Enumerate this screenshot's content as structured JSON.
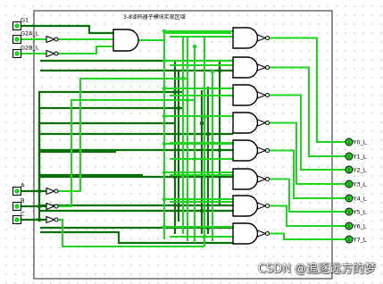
{
  "region": {
    "title": "3-8译码器子模块实现区域"
  },
  "inputs": [
    {
      "label": "G1",
      "inverted": false
    },
    {
      "label": "G2A_L",
      "inverted": true
    },
    {
      "label": "G2B_L",
      "inverted": true
    },
    {
      "label": "A",
      "inverted": true
    },
    {
      "label": "B",
      "inverted": true
    },
    {
      "label": "C",
      "inverted": true
    }
  ],
  "outputs": [
    {
      "label": "Y0_L"
    },
    {
      "label": "Y1_L"
    },
    {
      "label": "Y2_L"
    },
    {
      "label": "Y3_L"
    },
    {
      "label": "Y4_L"
    },
    {
      "label": "Y5_L"
    },
    {
      "label": "Y6_L"
    },
    {
      "label": "Y7_L"
    }
  ],
  "colors": {
    "wire_high": "#22d422",
    "wire_low": "#0b6e0b",
    "component": "#000000",
    "region_border": "#555555"
  },
  "watermark": "CSDN @追逐远方的梦"
}
